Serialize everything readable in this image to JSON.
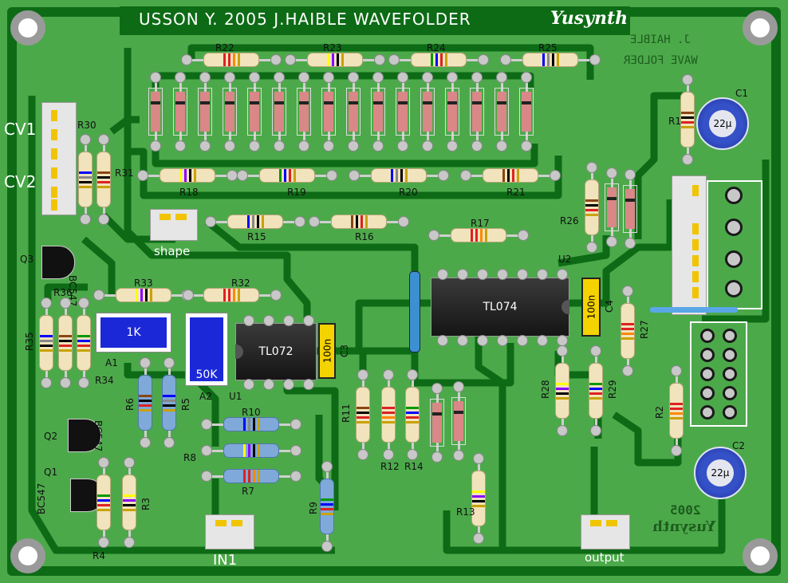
{
  "title": "USSON Y. 2005 J.HAIBLE WAVEFOLDER",
  "logo": "Yusynth",
  "mirror_text": {
    "line1": "J. HAIBLE",
    "line2": "WAVE FOLDER",
    "year": "2005",
    "logo": "Yusynth"
  },
  "connectors": {
    "cv1": "CV1",
    "cv2": "CV2",
    "shape": "shape",
    "in1": "IN1",
    "output": "output"
  },
  "ics": {
    "u1": {
      "ref": "U1",
      "part": "TL072"
    },
    "u2": {
      "ref": "U2",
      "part": "TL074"
    }
  },
  "caps": {
    "c3": {
      "ref": "C3",
      "value": "100n"
    },
    "c4": {
      "ref": "C4",
      "value": "100n"
    },
    "c1": {
      "ref": "C1",
      "value": "22µ"
    },
    "c2": {
      "ref": "C2",
      "value": "22µ"
    }
  },
  "pots": {
    "a1": {
      "ref": "A1",
      "value": "1K"
    },
    "a2": {
      "ref": "A2",
      "value": "50K"
    }
  },
  "transistors": {
    "q1": {
      "ref": "Q1",
      "part": "BC547"
    },
    "q2": {
      "ref": "Q2",
      "part": "BC547"
    },
    "q3": {
      "ref": "Q3",
      "part": "BC547"
    }
  },
  "resistors": [
    "R1",
    "R2",
    "R3",
    "R4",
    "R5",
    "R6",
    "R7",
    "R8",
    "R9",
    "R10",
    "R11",
    "R12",
    "R13",
    "R14",
    "R15",
    "R16",
    "R17",
    "R18",
    "R19",
    "R20",
    "R21",
    "R22",
    "R23",
    "R24",
    "R25",
    "R26",
    "R27",
    "R28",
    "R29",
    "R30",
    "R31",
    "R32",
    "R33",
    "R34",
    "R35",
    "R36"
  ],
  "colors": {
    "board": "#4ca94a",
    "trace": "#0d6b16",
    "silkscreen": "#ffffff"
  }
}
